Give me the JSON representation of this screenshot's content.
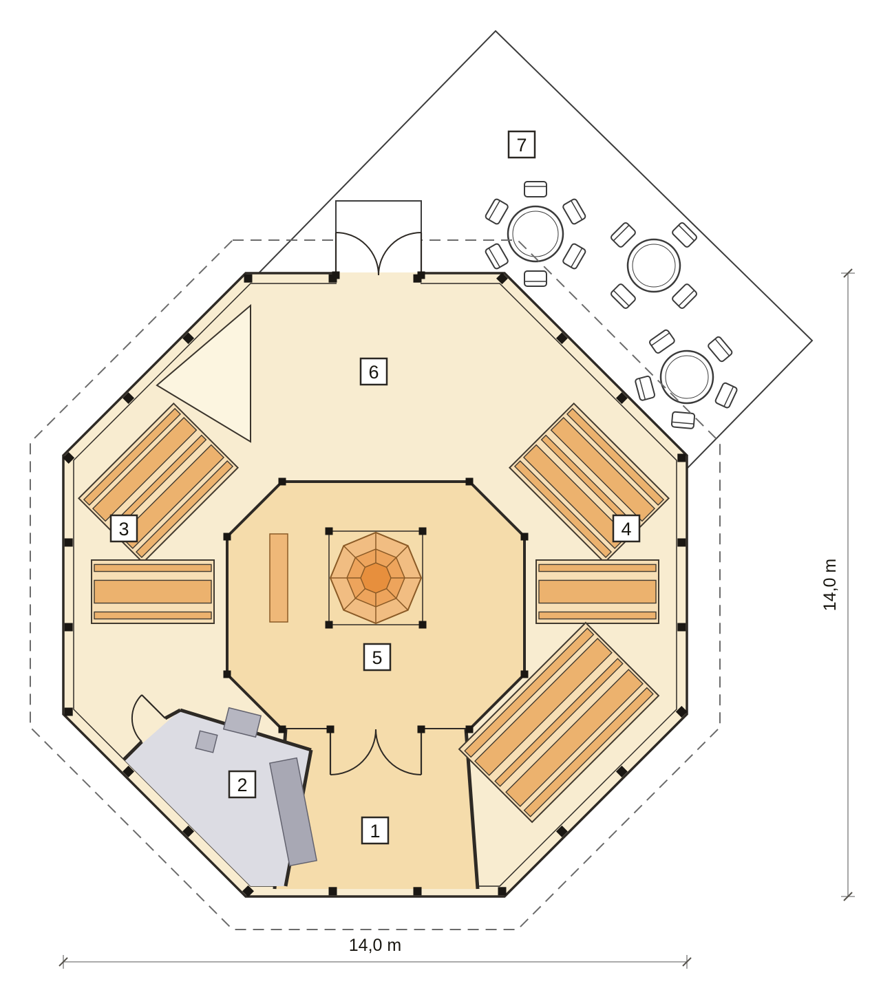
{
  "rooms": [
    {
      "number": "1"
    },
    {
      "number": "2"
    },
    {
      "number": "3"
    },
    {
      "number": "4"
    },
    {
      "number": "5"
    },
    {
      "number": "6"
    },
    {
      "number": "7"
    }
  ],
  "dimensions": {
    "bottom": "14,0 m",
    "right": "14,0 m"
  },
  "colors": {
    "floor_light": "#f8ecd0",
    "floor_dark": "#f5dcab",
    "bench_strip": "#ecb26e",
    "bench_bg": "#f7dfb6",
    "stove_outer": "#f1bd82",
    "stove_mid": "#eda45c",
    "stove_core": "#e78f3d",
    "stove_line": "#8a5a26",
    "room2_floor": "#dcdce3",
    "fixture_gray": "#a8a8b4",
    "wall": "#2e2a25",
    "eaves_dash": "#6b6b6b"
  }
}
